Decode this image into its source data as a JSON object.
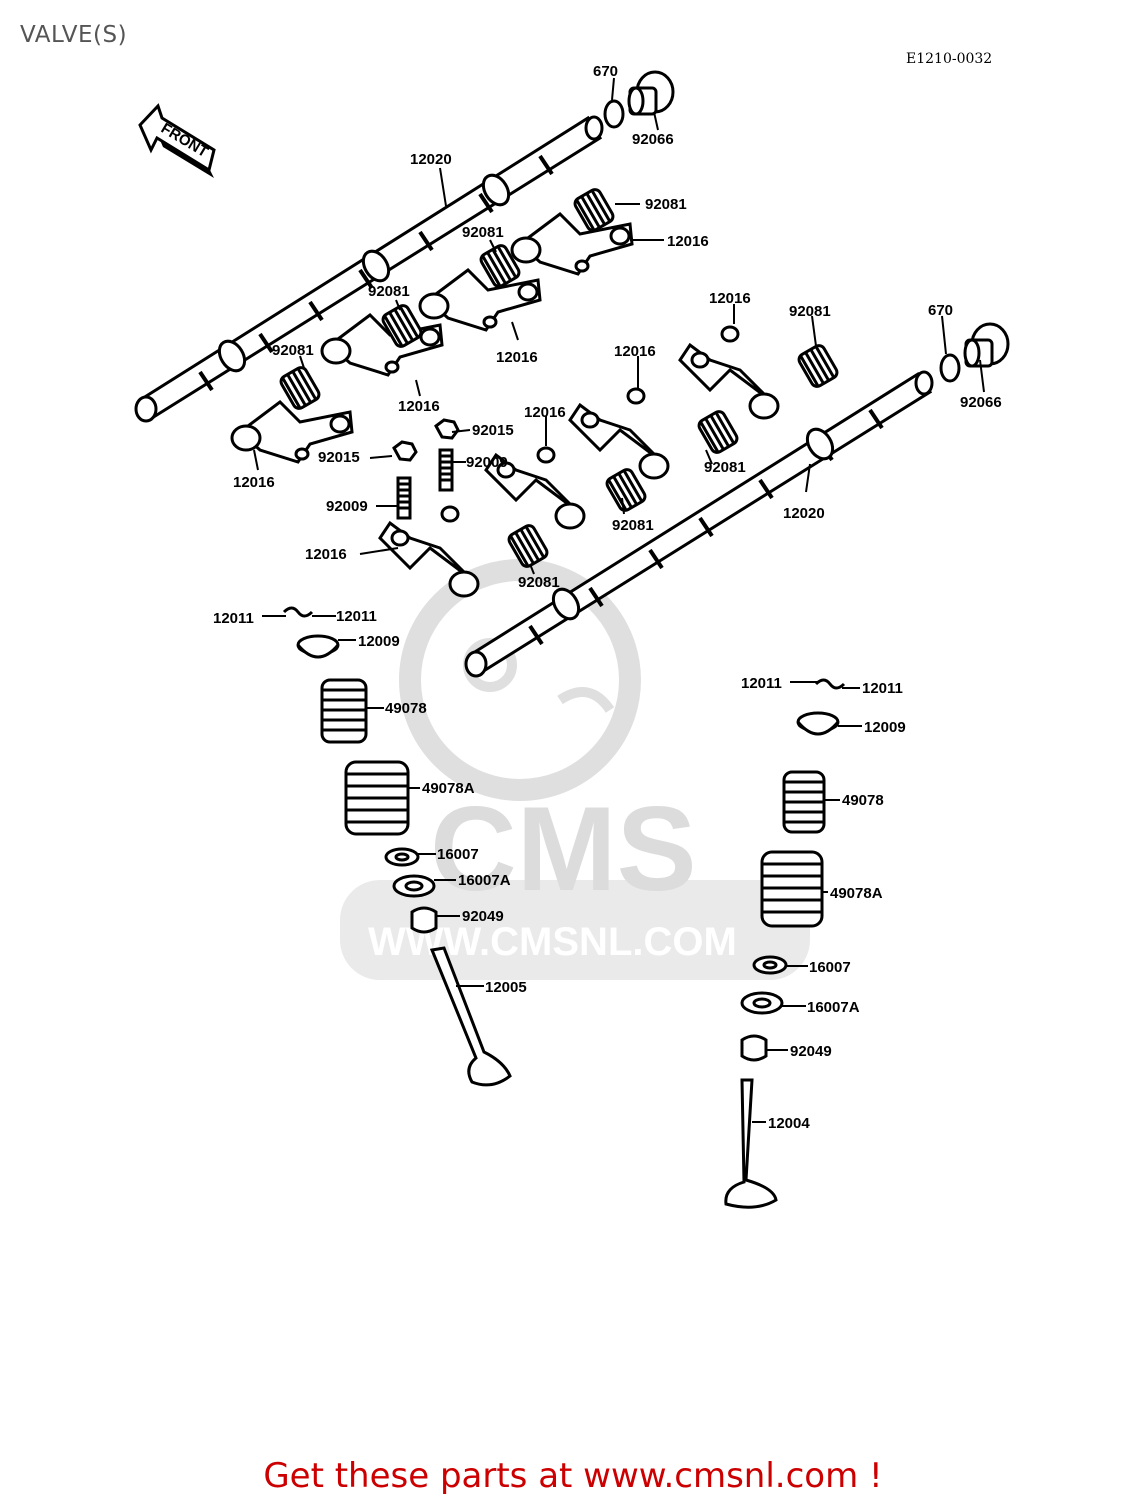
{
  "page": {
    "title": "VALVE(S)",
    "diagram_code": "E1210-0032",
    "footer_text": "Get these parts at www.cmsnl.com !"
  },
  "direction_label": "FRONT",
  "watermark": {
    "brand": "CMS",
    "url": "WWW.CMSNL.COM"
  },
  "parts": {
    "p670_top": "670",
    "p92066_top": "92066",
    "p12020_top": "12020",
    "p92081_a": "92081",
    "p12016_a": "12016",
    "p92081_b": "92081",
    "p92081_c": "92081",
    "p12016_b": "12016",
    "p92081_d": "92081",
    "p12016_c": "12016",
    "p12016_d": "12016",
    "p12016_e": "12016",
    "p92081_e": "92081",
    "p670_bottom": "670",
    "p92066_bottom": "92066",
    "p12016_f": "12016",
    "p12016_g": "12016",
    "p92015_a": "92015",
    "p92015_b": "92015",
    "p92009_a": "92009",
    "p92009_b": "92009",
    "p12016_h": "12016",
    "p92081_f": "92081",
    "p92081_g": "92081",
    "p12020_bottom": "12020",
    "p92081_h": "92081",
    "p12011_a": "12011",
    "p12011_b": "12011",
    "p12009_left": "12009",
    "p49078_left": "49078",
    "p49078A_left": "49078A",
    "p16007_left": "16007",
    "p16007A_left": "16007A",
    "p92049_left": "92049",
    "p12005": "12005",
    "p12011_c": "12011",
    "p12011_d": "12011",
    "p12009_right": "12009",
    "p49078_right": "49078",
    "p49078A_right": "49078A",
    "p16007_right": "16007",
    "p16007A_right": "16007A",
    "p92049_right": "92049",
    "p12004": "12004"
  },
  "colors": {
    "line": "#000000",
    "title": "#555555",
    "footer": "#cc0000",
    "watermark": "#d9d9d9"
  }
}
